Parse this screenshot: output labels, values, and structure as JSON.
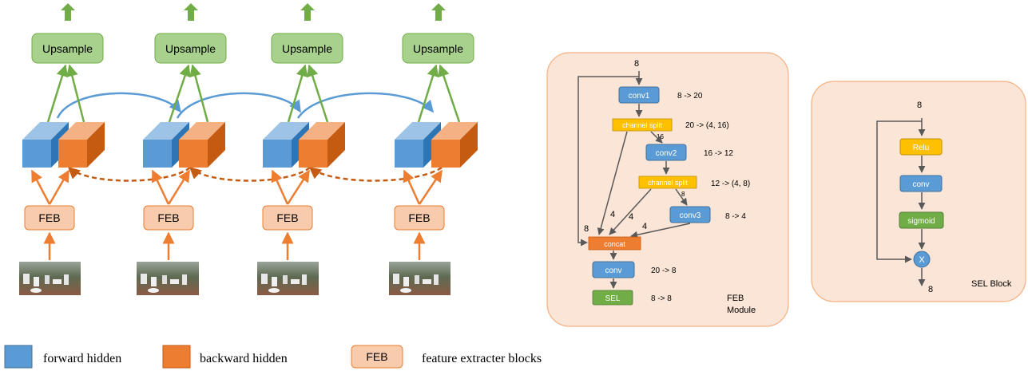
{
  "main": {
    "upsample_label": "Upsample",
    "feb_label": "FEB",
    "columns": [
      {
        "upsample": "Upsample",
        "feb": "FEB"
      },
      {
        "upsample": "Upsample",
        "feb": "FEB"
      },
      {
        "upsample": "Upsample",
        "feb": "FEB"
      },
      {
        "upsample": "Upsample",
        "feb": "FEB"
      }
    ]
  },
  "feb_module": {
    "input_channels": "8",
    "conv1": "conv1",
    "conv1_note": "8 -> 20",
    "split1": "channel split",
    "split1_note": "20 -> (4, 16)",
    "split1_out": "16",
    "conv2": "conv2",
    "conv2_note": "16 -> 12",
    "split2": "channel split",
    "split2_note": "12 -> (4, 8)",
    "split2_out": "8",
    "conv3": "conv3",
    "conv3_note": "8 -> 4",
    "skip_channels": "8",
    "edge_a": "4",
    "edge_b": "4",
    "edge_c": "4",
    "concat": "concat",
    "conv": "conv",
    "conv_note": "20 -> 8",
    "sel": "SEL",
    "sel_note": "8 -> 8",
    "caption_line1": "FEB",
    "caption_line2": "Module"
  },
  "sel_block": {
    "input_channels": "8",
    "relu": "Relu",
    "conv": "conv",
    "sigmoid": "sigmoid",
    "multiply": "X",
    "output_channels": "8",
    "caption": "SEL Block"
  },
  "legend": {
    "forward": "forward hidden",
    "backward": "backward hidden",
    "feb_box": "FEB",
    "feb_desc": "feature extracter blocks"
  },
  "colors": {
    "forward_blue": "#5b9bd5",
    "backward_orange": "#ed7d31",
    "upsample_green": "#a9d18e",
    "feb_salmon": "#f4b183",
    "module_bg": "#fbe5d6",
    "yellow": "#ffc000",
    "green_box": "#70ad47"
  }
}
